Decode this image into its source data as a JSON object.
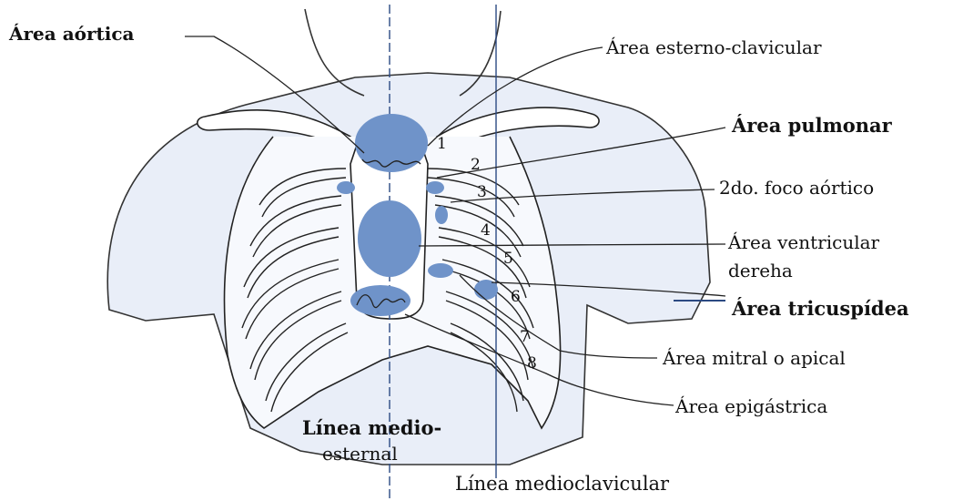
{
  "labels": {
    "aortic": "Área aórtica",
    "sternoclavicular": "Área esterno-clavicular",
    "pulmonary": "Área pulmonar",
    "second_aortic": "2do. foco aórtico",
    "right_ventricular_line1": "Área ventricular",
    "right_ventricular_line2": "dereha",
    "tricuspid": "Área tricuspídea",
    "mitral": "Área mitral o apical",
    "epigastric": "Área epigástrica",
    "midsternal_line1": "Línea medio-",
    "midsternal_line2": "esternal",
    "midclavicular": "Línea medioclavicular"
  },
  "rib_numbers": [
    "1",
    "2",
    "3",
    "4",
    "5",
    "6",
    "7",
    "8"
  ],
  "colors": {
    "focus_area": "#6f93c9",
    "skin_shadow": "#e6ebf7",
    "reference_line": "#2c4a83",
    "outline": "#222222"
  }
}
